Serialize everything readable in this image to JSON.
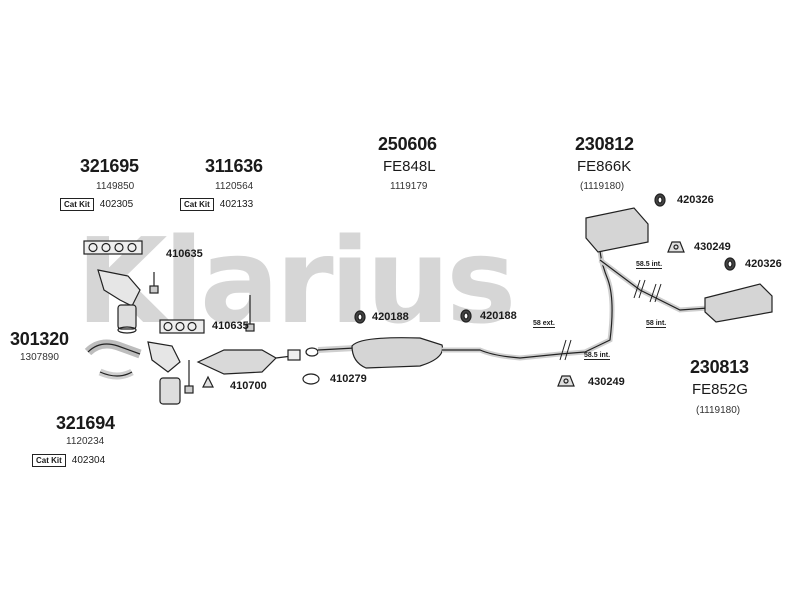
{
  "watermark": "Klarius",
  "catkit_label": "Cat Kit",
  "assemblies": {
    "a321695": {
      "number": "321695",
      "ref": "1149850",
      "catkit": "402305"
    },
    "a311636": {
      "number": "311636",
      "ref": "1120564",
      "catkit": "402133"
    },
    "a250606": {
      "number": "250606",
      "code": "FE848L",
      "ref": "1119179"
    },
    "a230812": {
      "number": "230812",
      "code": "FE866K",
      "ref": "(1119180)"
    },
    "a301320": {
      "number": "301320",
      "ref": "1307890"
    },
    "a321694": {
      "number": "321694",
      "ref": "1120234",
      "catkit": "402304"
    },
    "a230813": {
      "number": "230813",
      "code": "FE852G",
      "ref": "(1119180)"
    }
  },
  "parts": {
    "p410635a": "410635",
    "p410635b": "410635",
    "p410700": "410700",
    "p410279": "410279",
    "p420188a": "420188",
    "p420188b": "420188",
    "p430249a": "430249",
    "p430249b": "430249",
    "p420326a": "420326",
    "p420326b": "420326"
  },
  "dimension_tags": {
    "d585int_top": "58.5 int.",
    "d58ext_mid": "58 ext.",
    "d58int": "58 int.",
    "d585int_low": "58.5 int."
  }
}
